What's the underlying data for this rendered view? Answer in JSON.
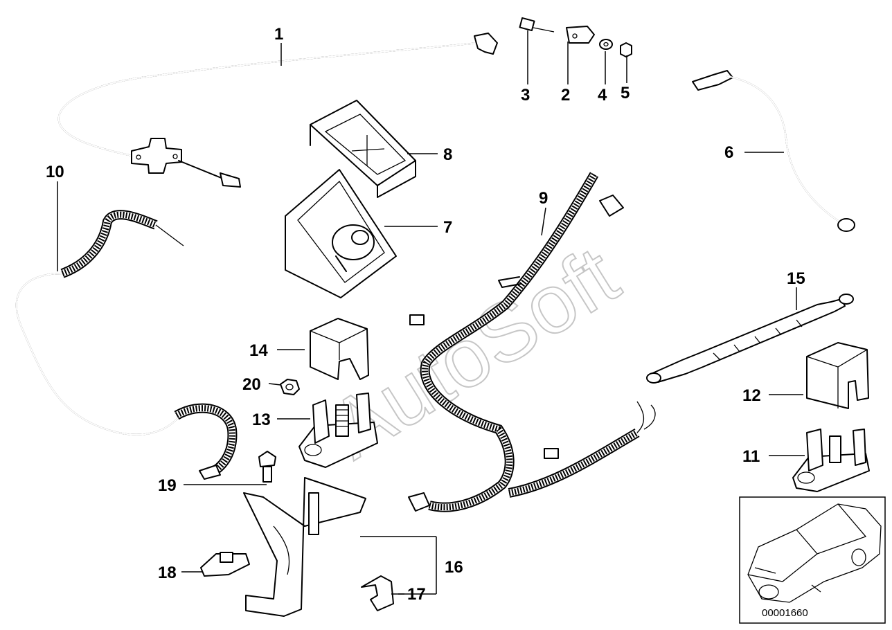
{
  "diagram": {
    "watermark": "AutoSoft",
    "drawing_number": "00001660",
    "callouts": [
      {
        "id": "1",
        "text": "1"
      },
      {
        "id": "2",
        "text": "2"
      },
      {
        "id": "3",
        "text": "3"
      },
      {
        "id": "4",
        "text": "4"
      },
      {
        "id": "5",
        "text": "5"
      },
      {
        "id": "6",
        "text": "6"
      },
      {
        "id": "7",
        "text": "7"
      },
      {
        "id": "8",
        "text": "8"
      },
      {
        "id": "9",
        "text": "9"
      },
      {
        "id": "10",
        "text": "10"
      },
      {
        "id": "11",
        "text": "11"
      },
      {
        "id": "12",
        "text": "12"
      },
      {
        "id": "13",
        "text": "13"
      },
      {
        "id": "14",
        "text": "14"
      },
      {
        "id": "15",
        "text": "15"
      },
      {
        "id": "16",
        "text": "16"
      },
      {
        "id": "17",
        "text": "17"
      },
      {
        "id": "18",
        "text": "18"
      },
      {
        "id": "19",
        "text": "19"
      },
      {
        "id": "20",
        "text": "20"
      }
    ]
  }
}
